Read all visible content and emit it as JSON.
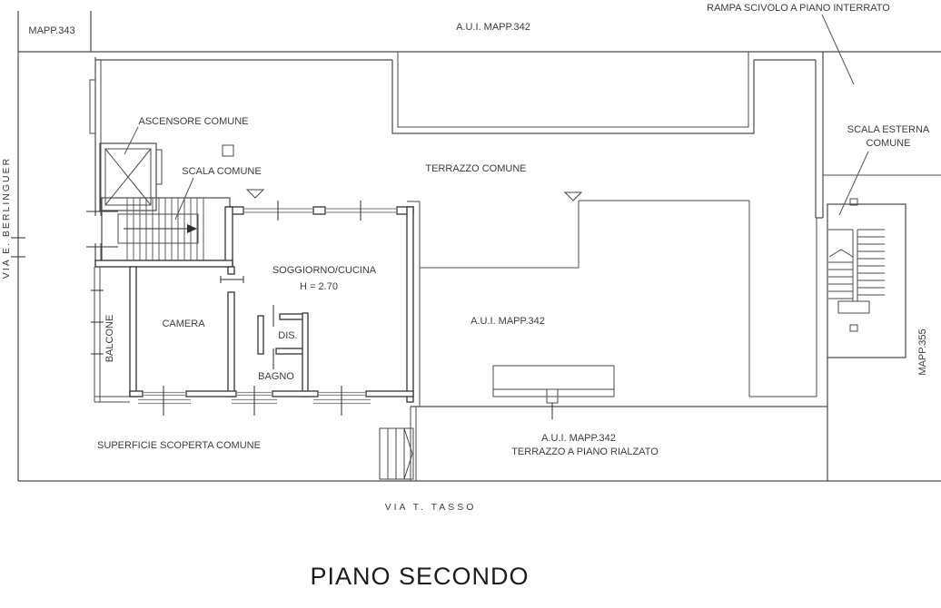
{
  "labels": {
    "title": "PIANO SECONDO",
    "street_left": "VIA E. BERLINGUER",
    "street_bottom": "VIA T. TASSO",
    "mapp343": "MAPP.343",
    "aui_top": "A.U.I. MAPP.342",
    "rampa": "RAMPA SCIVOLO A PIANO INTERRATO",
    "ascensore": "ASCENSORE COMUNE",
    "scala_comune": "SCALA COMUNE",
    "terrazzo_comune": "TERRAZZO COMUNE",
    "scala_esterna_1": "SCALA ESTERNA",
    "scala_esterna_2": "COMUNE",
    "soggiorno": "SOGGIORNO/CUCINA",
    "soggiorno_h": "H = 2.70",
    "camera": "CAMERA",
    "balcone": "BALCONE",
    "dis": "DIS.",
    "bagno": "BAGNO",
    "aui_center": "A.U.I. MAPP.342",
    "mapp355": "MAPP.355",
    "superficie": "SUPERFICIE SCOPERTA COMUNE",
    "aui_strip_1": "A.U.I. MAPP.342",
    "aui_strip_2": "TERRAZZO A PIANO RIALZATO"
  },
  "colors": {
    "background": "#ffffff",
    "line": "#4a4a4a",
    "wall": "#333333",
    "window": "#8f8f8f",
    "text": "#3c3c3c",
    "title_text": "#1c1c1c"
  },
  "drawing": {
    "type": "floor-plan",
    "floor": "second",
    "height_note_room": "SOGGIORNO/CUCINA",
    "height_value_m": 2.7
  }
}
